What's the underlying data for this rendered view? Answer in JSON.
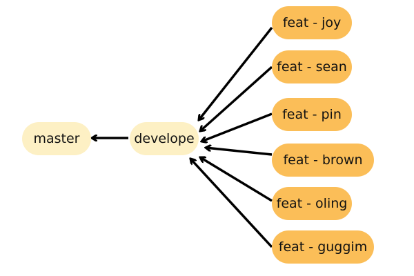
{
  "colors": {
    "base_node": "#fdf0c4",
    "feature_node": "#fbbe58",
    "arrow": "#000000"
  },
  "nodes": {
    "master": "master",
    "develope": "develope",
    "features": [
      "feat - joy",
      "feat - sean",
      "feat - pin",
      "feat - brown",
      "feat - oling",
      "feat - guggim"
    ]
  }
}
